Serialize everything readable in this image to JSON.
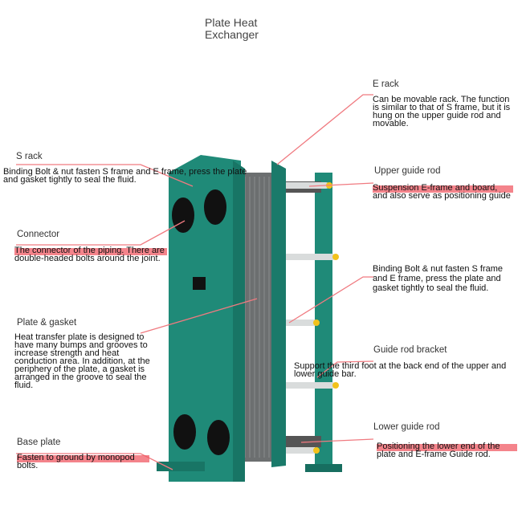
{
  "title": "Plate Heat Exchanger",
  "colors": {
    "frame": "#1f8a78",
    "leader": "#f07a80",
    "rod": "#d9dcdc",
    "rod_cap": "#f2c21b"
  },
  "callouts": [
    {
      "id": "s-rack",
      "label": "S rack",
      "description": "Binding Bolt & nut fasten S frame and E frame, press the plate and gasket tightly to seal the fluid."
    },
    {
      "id": "connector",
      "label": "Connector",
      "description": "The connector of the piping. There are double-headed bolts around the joint."
    },
    {
      "id": "plate-gasket",
      "label": "Plate & gasket",
      "description": "Heat transfer plate is designed to have many bumps and grooves to increase strength and heat conduction area. In addition, at the periphery of the plate, a gasket is arranged in the groove to seal the fluid."
    },
    {
      "id": "base-plate",
      "label": "Base plate",
      "description": "Fasten to ground by monopod bolts."
    },
    {
      "id": "e-rack",
      "label": "E rack",
      "description": "Can be movable rack. The function is similar to that of S frame, but it is hung on the upper guide rod and movable."
    },
    {
      "id": "upper-guide-rod",
      "label": "Upper guide rod",
      "description": "Suspension E-frame and board, and also serve as positioning guide"
    },
    {
      "id": "binding-bolt",
      "label": "",
      "description": "Binding Bolt & nut fasten S frame and E frame, press the plate and gasket tightly to seal the fluid."
    },
    {
      "id": "guide-rod-bracket",
      "label": "Guide rod bracket",
      "description": "Support the third foot at the back end of the upper and lower guide bar."
    },
    {
      "id": "lower-guide-rod",
      "label": "Lower guide rod",
      "description": "Positioning the lower end of the plate and E-frame  Guide rod."
    }
  ]
}
